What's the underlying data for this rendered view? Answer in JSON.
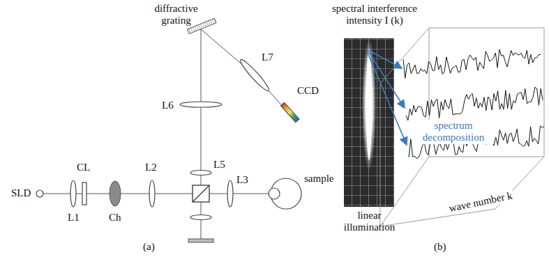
{
  "diagram": {
    "labels": [
      "diffractive grating",
      "L7",
      "CCD",
      "L6",
      "L5",
      "CL",
      "L2",
      "L3",
      "SLD",
      "L1",
      "Ch",
      "sample",
      "(a)",
      "spectral interference intensity I (k)",
      "spectrum decomposition",
      "linear illumination",
      "wave number k",
      "(b)"
    ]
  }
}
